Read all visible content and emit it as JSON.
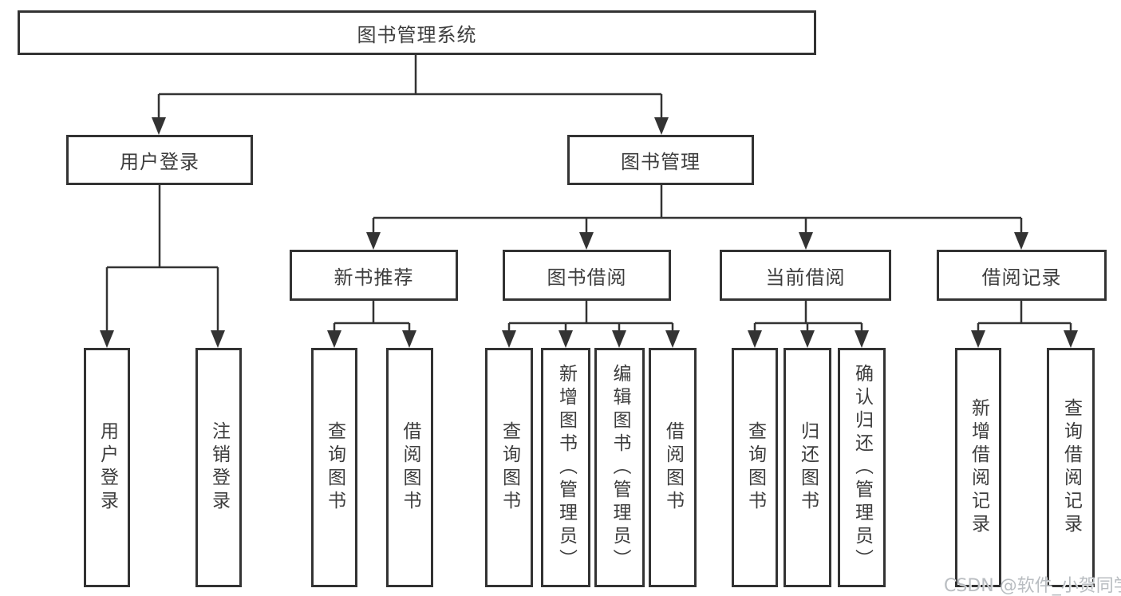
{
  "tree": {
    "root": {
      "label": "图书管理系统"
    },
    "level2": [
      {
        "label": "用户登录",
        "children": [
          {
            "label": "用户登录"
          },
          {
            "label": "注销登录"
          }
        ]
      },
      {
        "label": "图书管理",
        "children": [
          {
            "label": "新书推荐",
            "children": [
              {
                "label": "查询图书"
              },
              {
                "label": "借阅图书"
              }
            ]
          },
          {
            "label": "图书借阅",
            "children": [
              {
                "label": "查询图书"
              },
              {
                "label": "新增图书（管理员）"
              },
              {
                "label": "编辑图书（管理员）"
              },
              {
                "label": "借阅图书"
              }
            ]
          },
          {
            "label": "当前借阅",
            "children": [
              {
                "label": "查询图书"
              },
              {
                "label": "归还图书"
              },
              {
                "label": "确认归还（管理员）"
              }
            ]
          },
          {
            "label": "借阅记录",
            "children": [
              {
                "label": "新增借阅记录"
              },
              {
                "label": "查询借阅记录"
              }
            ]
          }
        ]
      }
    ]
  },
  "watermark": {
    "text": "CSDN @软件_小贺同学"
  },
  "colors": {
    "line": "#333333",
    "text": "#3d3d3d",
    "background": "#ffffff",
    "watermark": "#b9bdc1"
  }
}
